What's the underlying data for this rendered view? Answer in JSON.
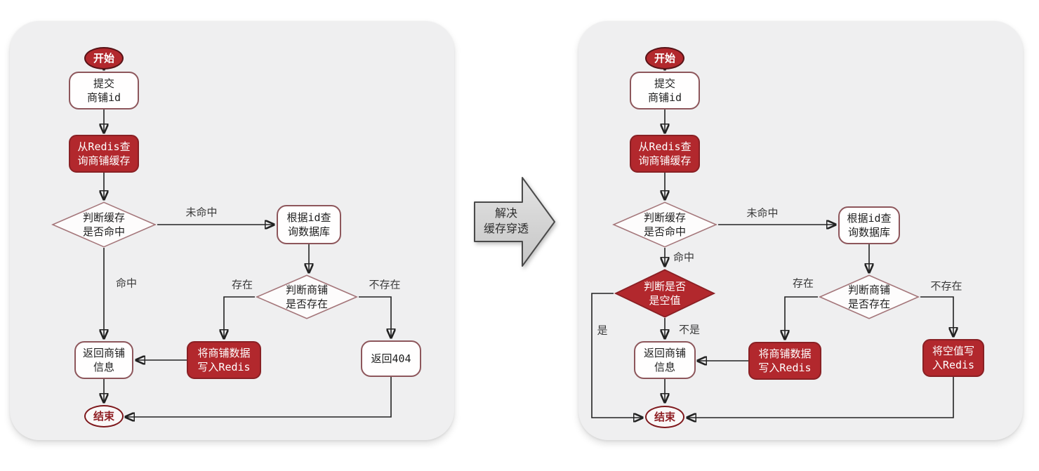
{
  "transition": {
    "line1": "解决",
    "line2": "缓存穿透"
  },
  "left": {
    "start": "开始",
    "submit": {
      "l1": "提交",
      "l2": "商铺id"
    },
    "query_redis": {
      "l1": "从Redis查",
      "l2": "询商铺缓存"
    },
    "check_cache": {
      "l1": "判断缓存",
      "l2": "是否命中"
    },
    "query_db": {
      "l1": "根据id查",
      "l2": "询数据库"
    },
    "check_shop": {
      "l1": "判断商铺",
      "l2": "是否存在"
    },
    "return_shop": {
      "l1": "返回商铺",
      "l2": "信息"
    },
    "write_redis": {
      "l1": "将商铺数据",
      "l2": "写入Redis"
    },
    "return_404": "返回404",
    "end": "结束",
    "labels": {
      "miss": "未命中",
      "hit": "命中",
      "exist": "存在",
      "not_exist": "不存在"
    }
  },
  "right": {
    "start": "开始",
    "submit": {
      "l1": "提交",
      "l2": "商铺id"
    },
    "query_redis": {
      "l1": "从Redis查",
      "l2": "询商铺缓存"
    },
    "check_cache": {
      "l1": "判断缓存",
      "l2": "是否命中"
    },
    "query_db": {
      "l1": "根据id查",
      "l2": "询数据库"
    },
    "check_null": {
      "l1": "判断是否",
      "l2": "是空值"
    },
    "check_shop": {
      "l1": "判断商铺",
      "l2": "是否存在"
    },
    "return_shop": {
      "l1": "返回商铺",
      "l2": "信息"
    },
    "write_redis": {
      "l1": "将商铺数据",
      "l2": "写入Redis"
    },
    "write_null": {
      "l1": "将空值写",
      "l2": "入Redis"
    },
    "end": "结束",
    "labels": {
      "miss": "未命中",
      "hit": "命中",
      "exist": "存在",
      "not_exist": "不存在",
      "yes": "是",
      "no": "不是"
    }
  },
  "colors": {
    "panel_bg": "#efeff0",
    "red_fill": "#b2282d",
    "red_border": "#892024",
    "white_fill": "#fffefe",
    "white_border": "#8d565b",
    "diamond_border": "#a4767a",
    "end_border": "#7e181c",
    "end_text": "#8f1f24",
    "line": "#222222",
    "transition_fill": "#d6d6d6",
    "transition_border": "#4a4a4a"
  }
}
